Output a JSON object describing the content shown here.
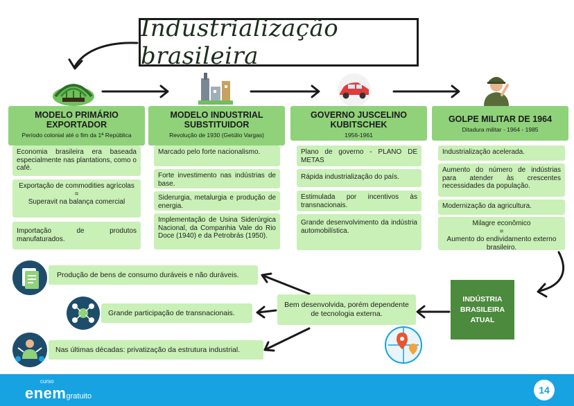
{
  "title": "Industrialização brasileira",
  "columns": [
    {
      "heading": "MODELO PRIMÁRIO EXPORTADOR",
      "subtitle": "Período colonial até o fim da 1ª República",
      "items": [
        "Economia brasileira era baseada especialmente nas plantations, como o café.",
        [
          "Exportação de commodities agrícolas",
          "=",
          "Superavit na balança comercial"
        ],
        "Importação de produtos manufaturados."
      ]
    },
    {
      "heading": "MODELO INDUSTRIAL SUBSTITUIDOR",
      "subtitle": "Revolução de 1930 (Getúlio Vargas)",
      "items": [
        "Marcado pelo forte nacionalismo.",
        "Forte investimento nas indústrias de base.",
        "Siderurgia, metalurgia e produção de energia.",
        "Implementação de Usina Siderúrgica Nacional, da Companhia Vale do Rio Doce (1940) e da Petrobrás (1950)."
      ]
    },
    {
      "heading": "GOVERNO JUSCELINO KUBITSCHEK",
      "subtitle": "1956-1961",
      "items": [
        "Plano de governo - PLANO DE METAS",
        "Rápida industrialização do país.",
        "Estimulada por incentivos às transnacionais.",
        "Grande desenvolvimento da indústria automobilística."
      ]
    },
    {
      "heading": "GOLPE MILITAR DE 1964",
      "subtitle": "Ditadura militar - 1964 - 1985",
      "items": [
        "Industrialização acelerada.",
        "Aumento do número de indústrias para atender às crescentes necessidades da população.",
        "Modernização da agricultura.",
        [
          "Milagre econômico",
          "=",
          "Aumento do endividamento externo brasileiro."
        ]
      ]
    }
  ],
  "current": {
    "box": "INDÚSTRIA BRASILEIRA ATUAL",
    "summary": "Bem desenvolvida, porém dependente de tecnologia externa.",
    "facts": [
      "Produção de bens de consumo duráveis e não duráveis.",
      "Grande participação de transnacionais.",
      "Nas últimas décadas: privatização da estrutura industrial."
    ]
  },
  "footer": {
    "logo_small": "curso",
    "logo_big": "enem",
    "logo_tail": "gratuito",
    "page": "14"
  },
  "colors": {
    "header_green": "#8fd27a",
    "card_green": "#c9f0b6",
    "dark_green": "#4c8a3d",
    "footer_blue": "#17a2e2"
  },
  "icons": [
    "agriculture-icon",
    "factory-icon",
    "car-icon",
    "soldier-icon",
    "documents-icon",
    "network-icon",
    "businessman-icon",
    "globe-location-icon"
  ]
}
